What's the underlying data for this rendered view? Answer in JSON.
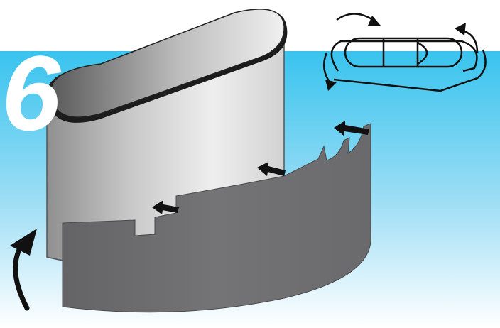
{
  "step": {
    "number": "6"
  },
  "colors": {
    "sky_top": "#38c3ee",
    "sky_bottom": "#ffffff",
    "drum_light": "#ebebeb",
    "drum_dark": "#9a9a9a",
    "panel": "#6e6e70",
    "lid_dark": "#3a3a3a",
    "lid_light": "#e0e0e0",
    "arrow": "#111111"
  },
  "icons": [
    "step-number",
    "oval-drum",
    "curved-side-panel",
    "insert-arrow",
    "curved-lift-arrow",
    "rotate-top-view-icon"
  ]
}
